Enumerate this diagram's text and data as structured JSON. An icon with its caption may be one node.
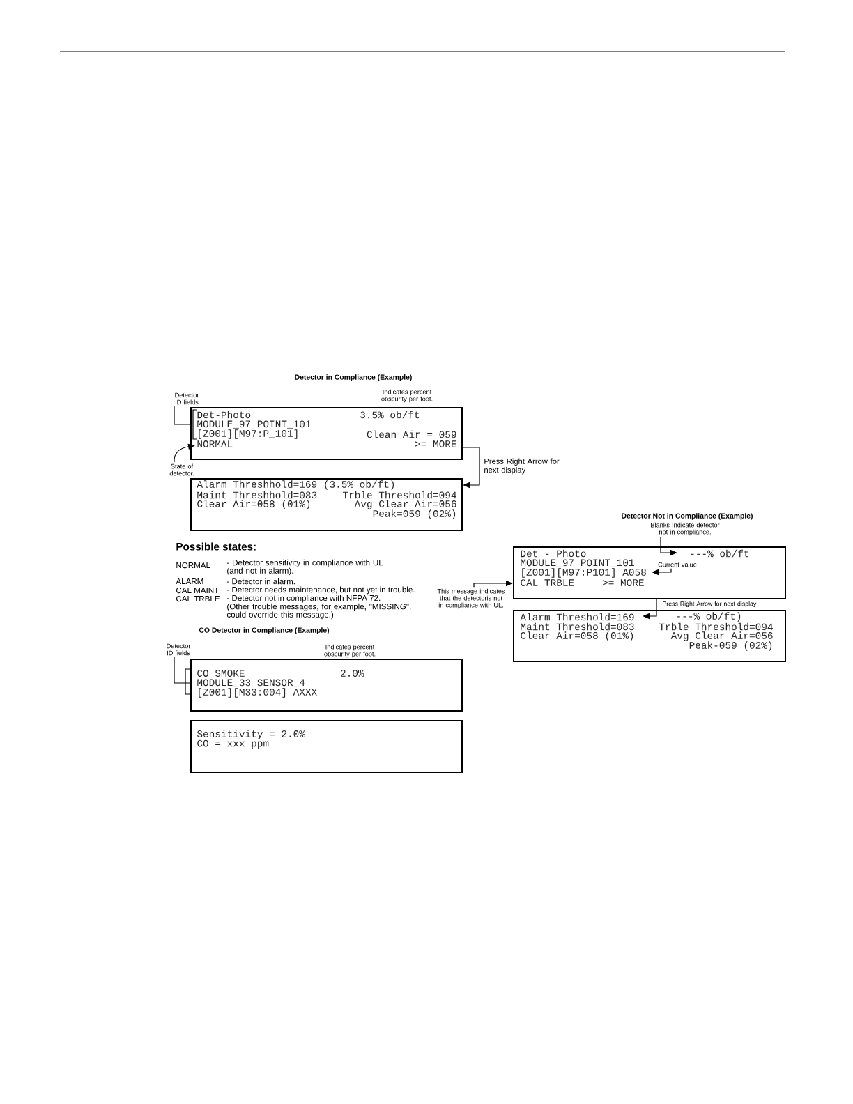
{
  "diagram": {
    "nodes": [
      {
        "text": [
          "Det-Photo",
          "3.5% ob/ft",
          "MODULE_97 POINT_101",
          "[Z001][M97:P_101]",
          "Clean Air = 059",
          "NORMAL",
          ">= MORE"
        ],
        "beside": [
          "Indicates percent obscurity per foot."
        ]
      },
      {
        "text": [
          "Alarm Threshhold=169 (3.5% ob/ft)",
          "Maint Threshhold=083",
          "Trble Threshold=094",
          "Clear Air=058  (01%)",
          "Avg Clear Air=056",
          "Peak=059 (02%)"
        ]
      },
      {
        "text": [
          "Det - Photo",
          "---% ob/ft",
          "MODULE_97 POINT_101",
          "[Z001][M97:P101] A058",
          "CAL TRBLE",
          ">= MORE"
        ]
      },
      {
        "text": [
          "Alarm Threshold=169",
          "---% ob/ft)",
          "Maint Threshold=083",
          "Trble Threshold=094",
          "Clear Air=058 (01%)",
          "Avg Clear Air=056",
          "Peak-059 (02%)"
        ]
      },
      {
        "text": [
          "CO SMOKE",
          "2.0%",
          "MODULE_33 SENSOR_4",
          "[Z001][M33:004] AXXX"
        ],
        "beside": [
          "Indicates percent obscurity per foot."
        ]
      },
      {
        "text": [
          "Sensitivity = 2.0%",
          "CO = xxx ppm"
        ]
      },
      {
        "text": [
          "Detector ID fields"
        ]
      },
      {
        "text": [
          "State of detector."
        ]
      },
      {
        "text": [
          "Blanks Indicate detector not in compliance."
        ]
      },
      {
        "text": [
          "Current value"
        ],
        "in": 2
      },
      {
        "text": [
          "This message indicates that the detectoris not in compliance with UL."
        ]
      },
      {
        "text": [
          "Detector ID fields"
        ]
      }
    ],
    "edges": [
      {
        "from": 6,
        "to": 0,
        "arrow": "none"
      },
      {
        "from": 7,
        "to": 0,
        "arrow": "to"
      },
      {
        "from": 0,
        "to": 1,
        "arrow": "to",
        "label": "Press Right Arrow for next display"
      },
      {
        "from": 8,
        "to": 2,
        "arrow": "to"
      },
      {
        "from": 9,
        "to": 2,
        "arrow": "to"
      },
      {
        "from": 10,
        "to": 2,
        "arrow": "to"
      },
      {
        "from": 2,
        "to": 3,
        "arrow": "to",
        "label": "Press Right Arrow for next display"
      },
      {
        "from": 11,
        "to": 4,
        "arrow": "none"
      }
    ],
    "labels": [
      "Detector in Compliance (Example)",
      "Detector Not in Compliance (Example)",
      "Possible states:",
      "NORMAL",
      "- Detector sensitivity in compliance with UL (and not in alarm).",
      "ALARM",
      "- Detector in alarm.",
      "CAL MAINT",
      "- Detector needs maintenance, but not yet in trouble.",
      "CAL TRBLE",
      "- Detector not in compliance with NFPA 72.",
      "(Other trouble messages, for example, \"MISSING\", could override this message.)",
      "CO Detector in Compliance (Example)"
    ]
  }
}
